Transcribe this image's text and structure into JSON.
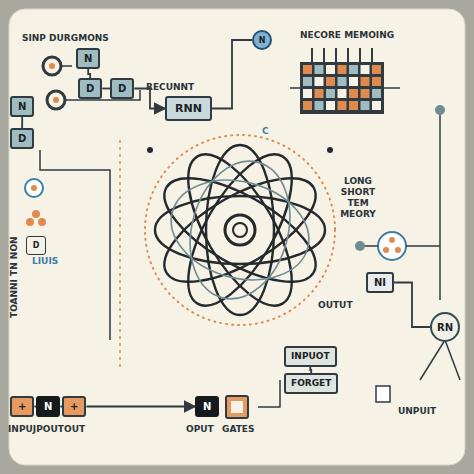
{
  "diagram": {
    "nodes": [
      {
        "text": [
          "N"
        ]
      },
      {
        "text": [
          "N"
        ]
      },
      {
        "text": [
          "D"
        ]
      },
      {
        "text": [
          "D"
        ]
      },
      {
        "text": [
          "N"
        ]
      },
      {
        "text": [
          "RNN"
        ]
      },
      {
        "text": [
          "D"
        ]
      },
      {
        "text": [
          "D"
        ]
      },
      {
        "text": [
          "NI"
        ]
      },
      {
        "text": [
          "RN"
        ]
      },
      {
        "text": [
          "INPUOT"
        ]
      },
      {
        "text": [
          "FORGET"
        ]
      },
      {
        "text": [
          "+"
        ]
      },
      {
        "text": [
          "N"
        ]
      },
      {
        "text": [
          "+"
        ]
      },
      {
        "text": [
          "N"
        ]
      }
    ],
    "edges": [
      {
        "from": 0,
        "to": 2,
        "arrow": "none"
      },
      {
        "from": 2,
        "to": 3,
        "arrow": "none"
      },
      {
        "from": 3,
        "to": 5,
        "arrow": "to"
      },
      {
        "from": 5,
        "to": 1,
        "arrow": "none"
      },
      {
        "from": 4,
        "to": 6,
        "arrow": "none"
      },
      {
        "from": 8,
        "to": 9,
        "arrow": "none"
      },
      {
        "from": 10,
        "to": 11,
        "arrow": "none"
      },
      {
        "from": 12,
        "to": 13,
        "arrow": "none"
      },
      {
        "from": 13,
        "to": 14,
        "arrow": "none"
      },
      {
        "from": 14,
        "to": 15,
        "arrow": "to"
      }
    ],
    "labels": [
      "SINP DURGMONS",
      "RECUNNT",
      "NECORE MEMOING",
      "C",
      "LONG SHORT TEM MEORY",
      "OUTUT",
      "UNPUIT",
      "TOANNI TN NON",
      "LIUIS",
      "INPUJPOUT",
      "OUT",
      "OPUT",
      "GATES"
    ]
  }
}
